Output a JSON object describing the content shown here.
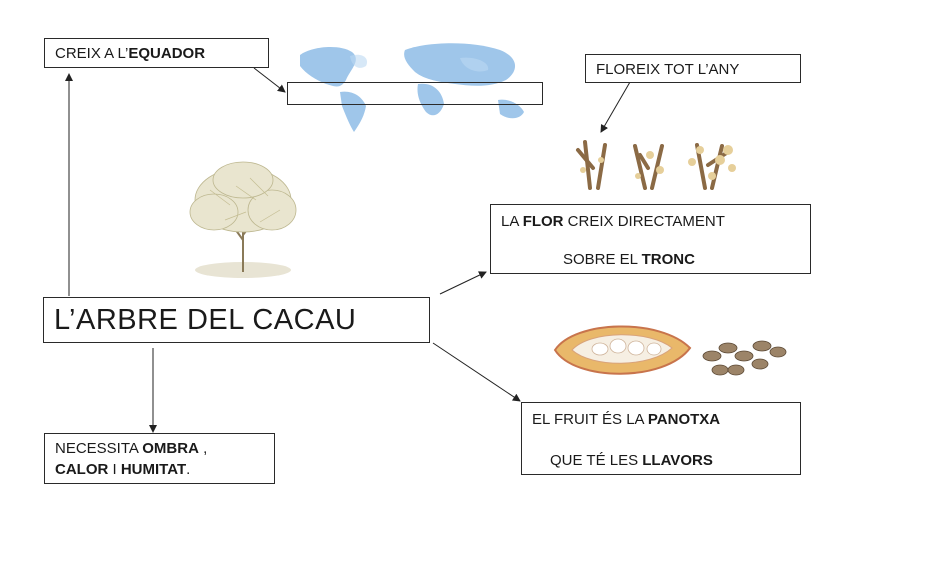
{
  "main_title": "L’ARBRE DEL CACAU",
  "equator": {
    "prefix": "CREIX A L’",
    "bold": "EQUADOR"
  },
  "blooms": {
    "text": "FLOREIX TOT L’ANY"
  },
  "flower": {
    "l1_a": "LA ",
    "l1_b": "FLOR",
    "l1_c": " CREIX DIRECTAMENT",
    "l2_a": "SOBRE EL ",
    "l2_b": "TRONC"
  },
  "fruit": {
    "l1_a": "EL FRUIT ÉS LA  ",
    "l1_b": "PANOTXA",
    "l2_a": "QUE TÉ LES ",
    "l2_b": "LLAVORS"
  },
  "needs": {
    "l1_a": "NECESSITA ",
    "l1_b": "OMBRA",
    "l1_c": " ,",
    "l2_a": "CALOR",
    "l2_b": " I ",
    "l2_c": "HUMITAT",
    "l2_d": "."
  },
  "images": {
    "tree": "cacao-tree-illustration",
    "map": "world-map-illustration",
    "flowers": "flowering-branches-illustration",
    "pod": "cacao-pod-illustration",
    "beans": "cacao-beans-illustration"
  }
}
